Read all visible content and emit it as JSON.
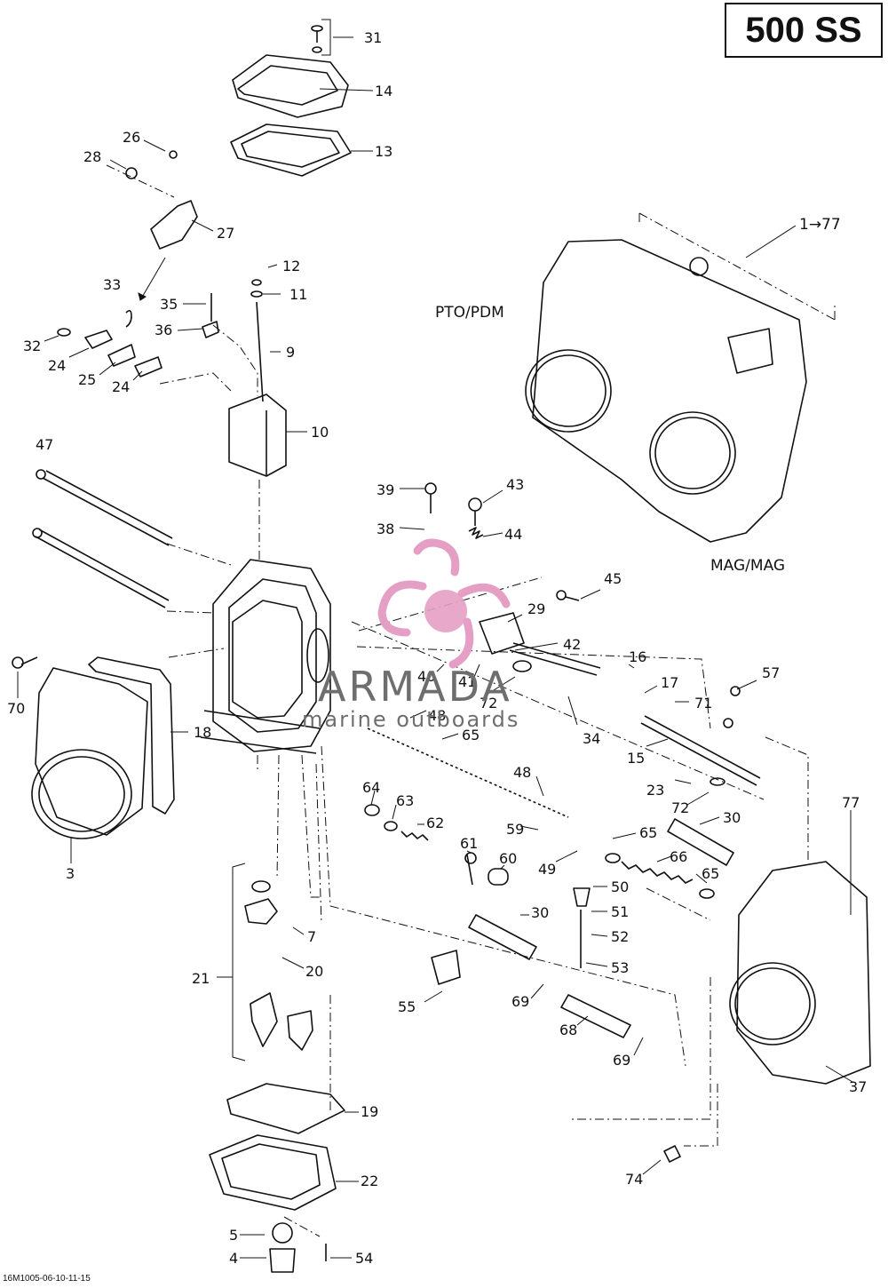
{
  "model": "500 SS",
  "labels": {
    "pto": "PTO/PDM",
    "mag": "MAG/MAG",
    "assembly": "1→77"
  },
  "watermark": {
    "brand": "ARMADA",
    "tagline": "marine outboards"
  },
  "reference_code": "16M1005-06-10-11-15",
  "callouts": [
    "31",
    "14",
    "13",
    "26",
    "28",
    "27",
    "33",
    "35",
    "12",
    "11",
    "36",
    "32",
    "24",
    "25",
    "24",
    "9",
    "10",
    "47",
    "39",
    "43",
    "38",
    "44",
    "45",
    "29",
    "42",
    "16",
    "17",
    "71",
    "70",
    "18",
    "46",
    "41",
    "72",
    "48",
    "65",
    "34",
    "57",
    "15",
    "23",
    "72",
    "64",
    "63",
    "62",
    "48",
    "59",
    "30",
    "77",
    "61",
    "60",
    "49",
    "65",
    "66",
    "65",
    "50",
    "30",
    "51",
    "3",
    "7",
    "52",
    "20",
    "53",
    "21",
    "55",
    "69",
    "68",
    "69",
    "37",
    "19",
    "22",
    "74",
    "5",
    "4",
    "54"
  ],
  "icons": {
    "watermark_logo": "armada-squid-logo-icon"
  }
}
